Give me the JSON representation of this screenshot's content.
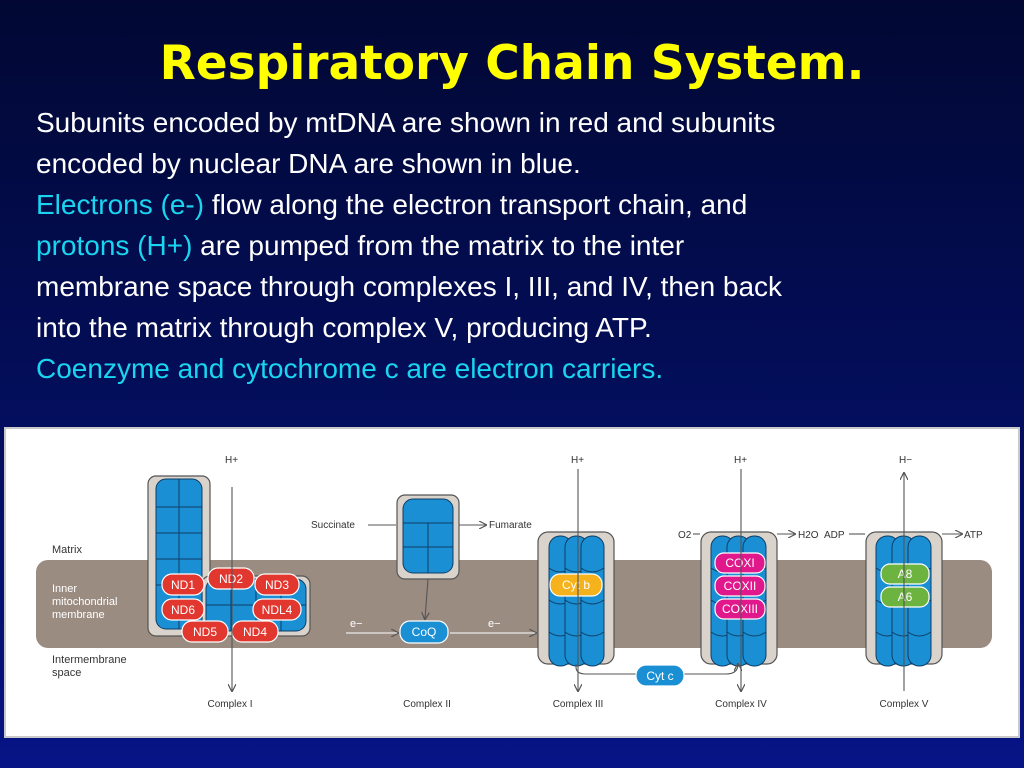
{
  "slide": {
    "title": "Respiratory Chain System.",
    "line1": "Subunits encoded by mtDNA are shown in red and subunits",
    "line2": "encoded by nuclear DNA are shown in blue.",
    "line3_highlight": "Electrons (e-)",
    "line3_rest": " flow along the electron transport chain, and",
    "line4_highlight": "protons (H+)",
    "line4_rest": " are pumped from the matrix to the inter",
    "line5": "membrane space through complexes I, III, and IV, then back",
    "line6": "into the matrix through complex V, producing ATP.",
    "line7_highlight": "Coenzyme and cytochrome c are electron carriers."
  },
  "colors": {
    "title": "#ffff00",
    "highlight": "#19d5f0",
    "mtdna_subunit": "#e2372f",
    "nuclear_subunit": "#1a8fd4",
    "membrane": "#9b8c82",
    "cyt_b": "#f5b21c",
    "complex_iv_subunit": "#e0188c",
    "complex_v_subunit": "#6cb33f"
  },
  "diagram": {
    "regions": {
      "matrix": "Matrix",
      "membrane_l1": "Inner",
      "membrane_l2": "mitochondrial",
      "membrane_l3": "membrane",
      "ims_l1": "Intermembrane",
      "ims_l2": "space"
    },
    "protons": {
      "c1": "H+",
      "c3": "H+",
      "c4": "H+",
      "c5": "H−"
    },
    "complex_names": {
      "c1": "Complex I",
      "c2": "Complex II",
      "c3": "Complex III",
      "c4": "Complex IV",
      "c5": "Complex V"
    },
    "complex1_subunits": [
      "ND1",
      "ND2",
      "ND3",
      "ND6",
      "NDL4",
      "ND5",
      "ND4"
    ],
    "complex2": {
      "substrate": "Succinate",
      "product": "Fumarate"
    },
    "complex3_subunit": "Cyt b",
    "complex4_subunits": [
      "COXI",
      "COXII",
      "COXIII"
    ],
    "complex4": {
      "substrate": "O2",
      "product": "H2O"
    },
    "complex5_subunits": [
      "A8",
      "A6"
    ],
    "complex5": {
      "substrate": "ADP",
      "product": "ATP"
    },
    "carriers": {
      "coq": "CoQ",
      "cytc": "Cyt c",
      "electron_1": "e−",
      "electron_2": "e−"
    }
  }
}
